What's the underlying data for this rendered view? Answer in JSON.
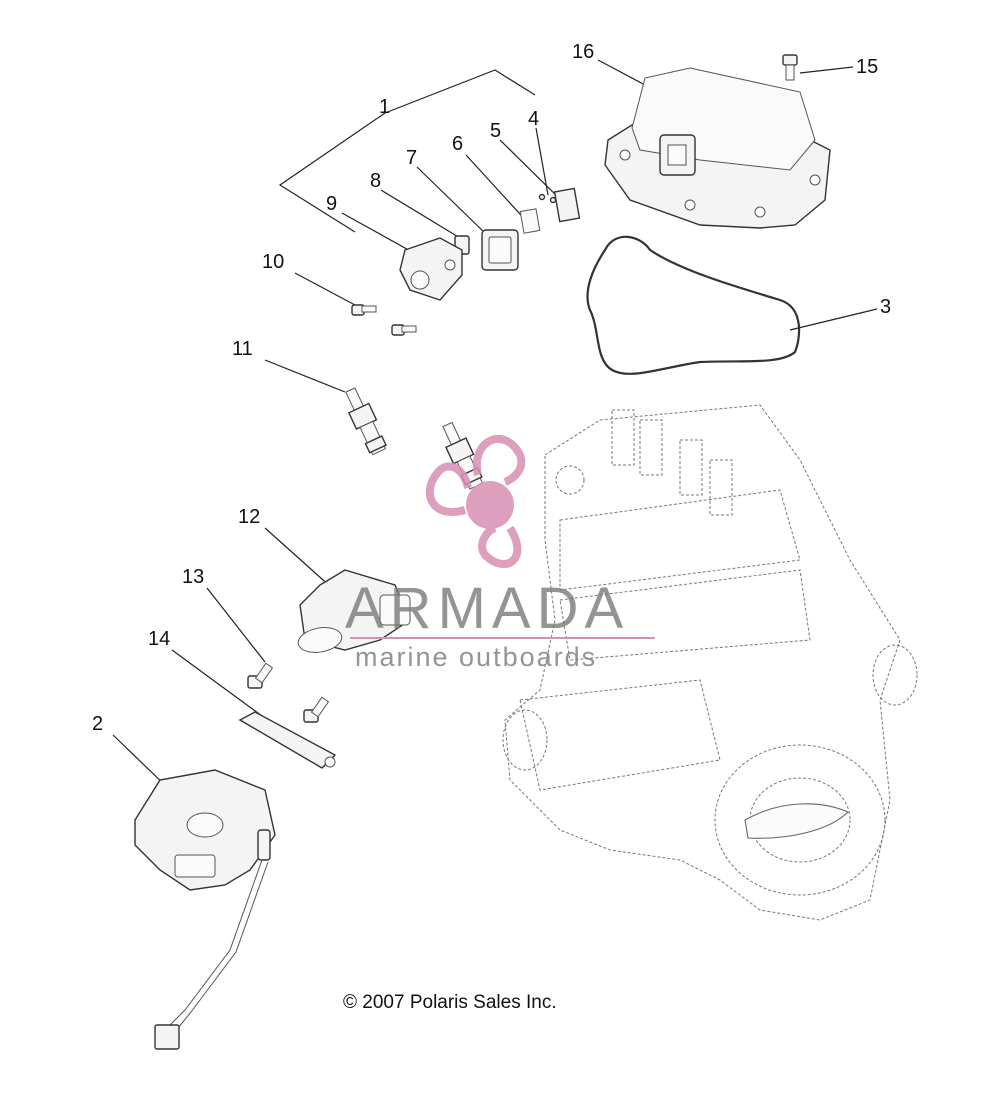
{
  "diagram": {
    "callouts": [
      "1",
      "2",
      "3",
      "4",
      "5",
      "6",
      "7",
      "8",
      "9",
      "10",
      "11",
      "12",
      "13",
      "14",
      "15",
      "16"
    ],
    "copyright": "© 2007 Polaris Sales Inc."
  },
  "watermark": {
    "brand": "ARMADA",
    "tagline": "marine outboards",
    "color": "#d98fb5"
  }
}
